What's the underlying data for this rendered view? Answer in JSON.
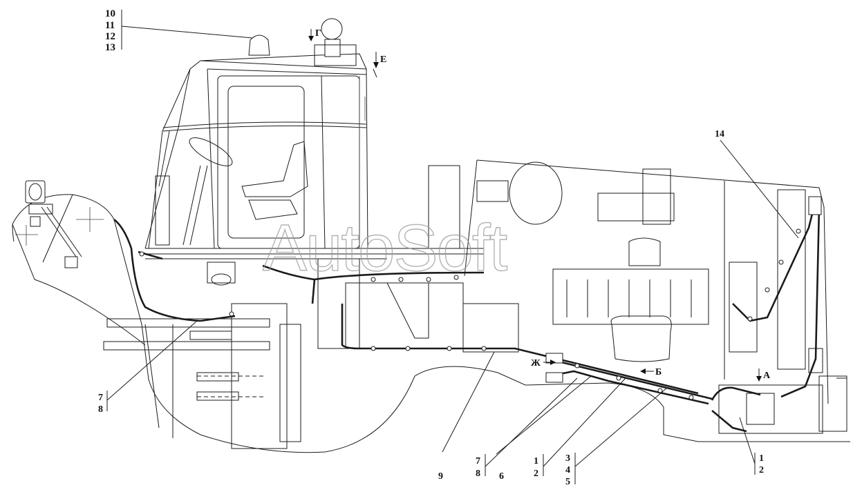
{
  "callouts": {
    "c10": "10",
    "c11": "11",
    "c12": "12",
    "c13": "13",
    "c14": "14",
    "c7a": "7",
    "c8a": "8",
    "c9": "9",
    "c7b": "7",
    "c8b": "8",
    "c6": "6",
    "c1a": "1",
    "c2a": "2",
    "c3": "3",
    "c4": "4",
    "c5": "5",
    "c1b": "1",
    "c2b": "2"
  },
  "views": {
    "g": "Г",
    "e": "Е",
    "a": "А",
    "b": "Б",
    "zh": "Ж"
  },
  "watermark": "AutoSoft",
  "colors": {
    "line": "#1a1a1a",
    "watermark": "#9a9a9a",
    "background": "#ffffff"
  }
}
